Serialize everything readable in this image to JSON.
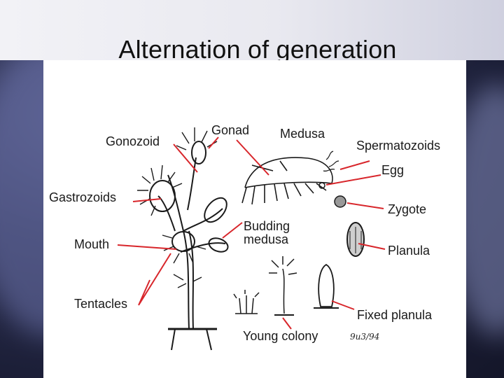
{
  "slide": {
    "title": "Alternation of generation"
  },
  "labels": {
    "gonozoid": "Gonozoid",
    "gonad": "Gonad",
    "medusa": "Medusa",
    "spermatozoids": "Spermatozoids",
    "egg": "Egg",
    "gastrozoids": "Gastrozoids",
    "zygote": "Zygote",
    "budding_medusa_line1": "Budding",
    "budding_medusa_line2": "medusa",
    "mouth": "Mouth",
    "planula": "Planula",
    "tentacles": "Tentacles",
    "fixed_planula": "Fixed planula",
    "young_colony": "Young colony"
  },
  "annotations": {
    "signature": "9u3/94"
  },
  "colors": {
    "arrow": "#d8262b",
    "ink": "#1a1a1a",
    "background": "#1c1f38"
  }
}
